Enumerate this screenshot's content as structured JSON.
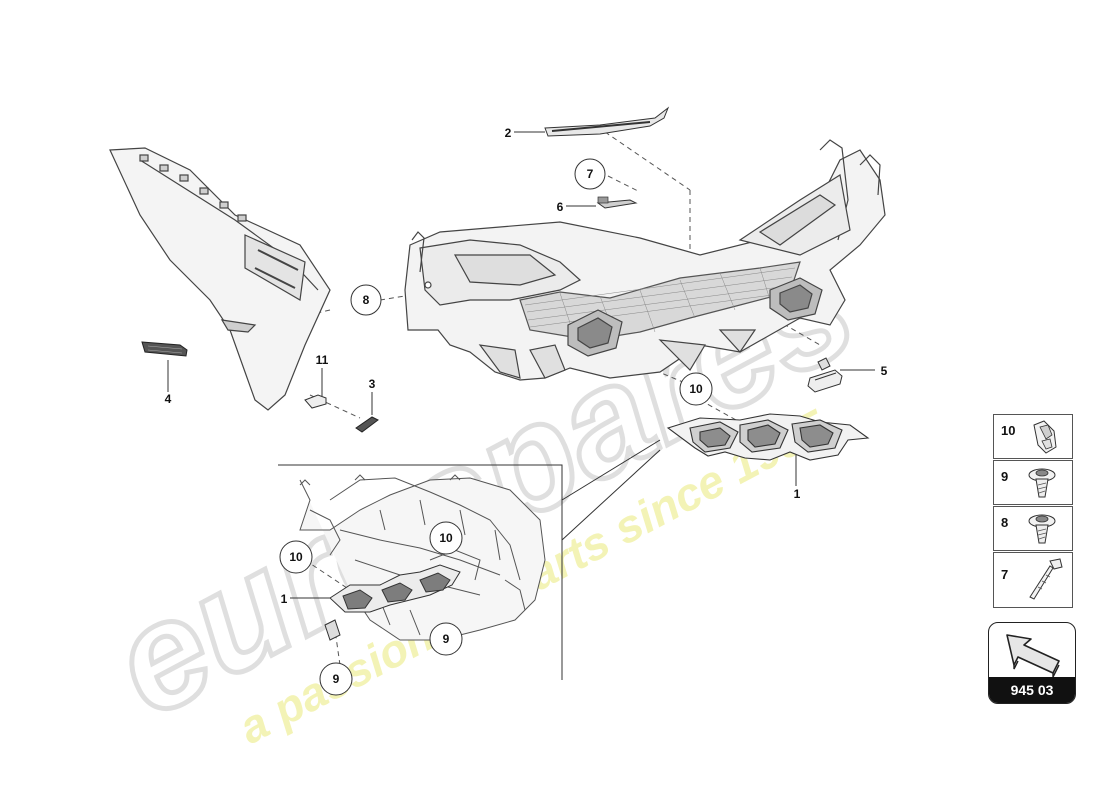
{
  "diagram": {
    "callouts": {
      "c1_main": "1",
      "c1_inset": "1",
      "c2": "2",
      "c3": "3",
      "c4": "4",
      "c5": "5",
      "c6": "6",
      "c7": "7",
      "c8": "8",
      "c9_inset_a": "9",
      "c9_inset_b": "9",
      "c10_main": "10",
      "c10_inset_a": "10",
      "c10_inset_b": "10",
      "c11": "11"
    }
  },
  "legend": {
    "items": [
      {
        "label": "10",
        "icon": "clip-icon"
      },
      {
        "label": "9",
        "icon": "flange-screw-icon"
      },
      {
        "label": "8",
        "icon": "flange-screw-icon"
      },
      {
        "label": "7",
        "icon": "bolt-icon"
      }
    ]
  },
  "reference": {
    "code": "945 03",
    "icon": "view-direction-arrow-icon"
  },
  "watermark": {
    "brand": "eurospares",
    "tagline": "a passion for parts since 1985"
  },
  "colors": {
    "line": "#333333",
    "watermark_grey": "#dadada",
    "watermark_yellow": "#eeee88"
  }
}
